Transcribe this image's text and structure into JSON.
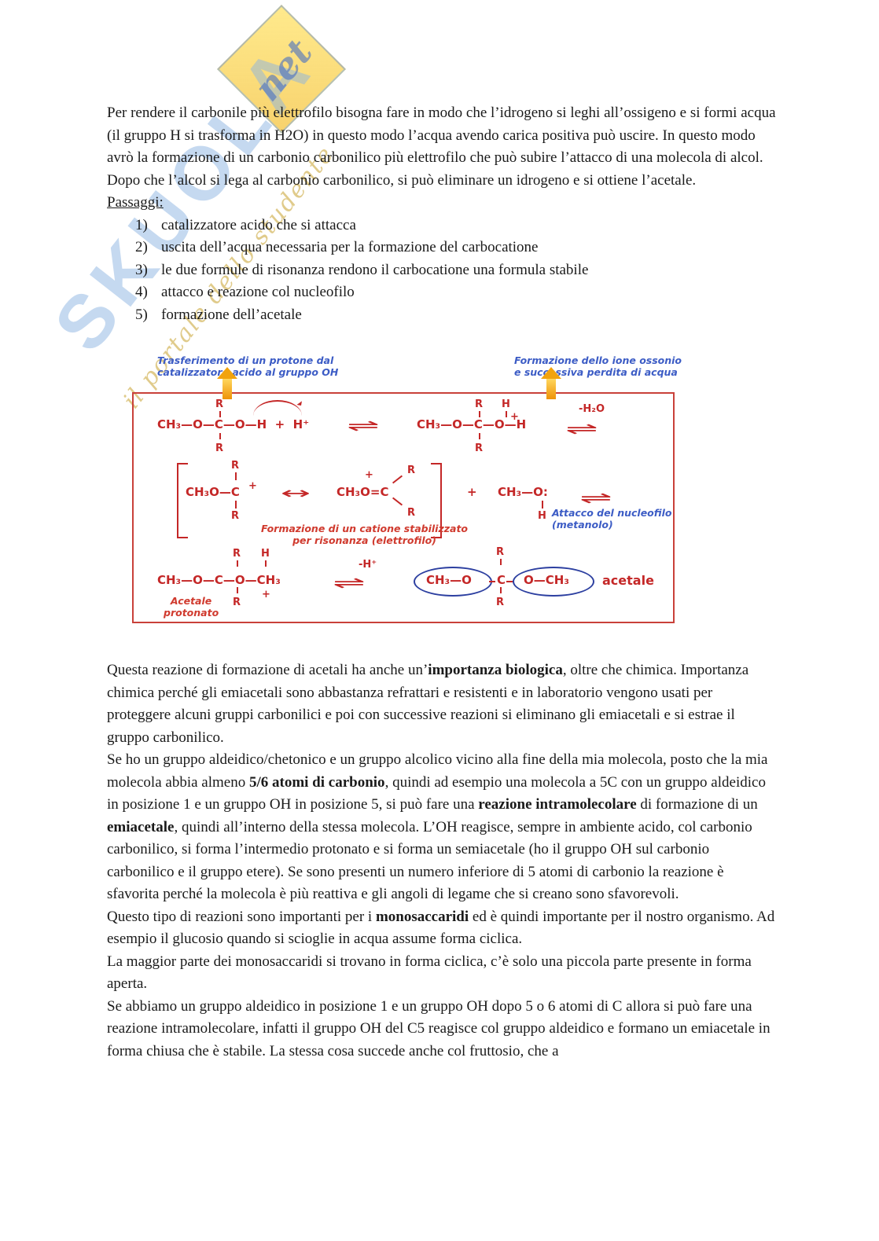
{
  "watermark": {
    "brand": "SKUOLA",
    "net": "net",
    "tagline": "il portale dello studente"
  },
  "content": {
    "intro": "Per rendere il carbonile più elettrofilo bisogna fare in modo che l’idrogeno si leghi all’ossigeno e si formi acqua (il gruppo H si trasforma in H2O) in questo modo l’acqua avendo carica positiva può uscire. In questo modo avrò la formazione di un carbonio carbonilico più elettrofilo che può subire l’attacco di una molecola di alcol.  Dopo che l’alcol si lega al carbonio carbonilico, si può eliminare un idrogeno e si ottiene l’acetale.",
    "passaggi_label": "Passaggi:",
    "steps": [
      {
        "n": "1)",
        "t": "catalizzatore acido che si attacca"
      },
      {
        "n": "2)",
        "t": "uscita dell’acqua necessaria per la formazione del carbocatione"
      },
      {
        "n": "3)",
        "t": "le due formule di risonanza rendono il carbocatione una formula stabile"
      },
      {
        "n": "4)",
        "t": "attacco e reazione col nucleofilo"
      },
      {
        "n": "5)",
        "t": "formazione dell’acetale"
      }
    ]
  },
  "diagram": {
    "annotation_left": "Trasferimento di un protone dal\ncatalizzatore acido al gruppo OH",
    "annotation_right": "Formazione dello ione ossonio\ne successiva perdita di acqua",
    "row1": {
      "r_top_left": "R",
      "formula_left": "CH₃—O—C—O—H  +  H⁺",
      "r_bottom_left": "R",
      "eq1": "⇌",
      "r_top_right": "R",
      "h_top_right": "H",
      "formula_right": "CH₃—O—C—O—H",
      "plus_right": "+",
      "r_bottom_right": "R",
      "minus_h2o": "-H₂O",
      "eq2": "⇌"
    },
    "row2": {
      "r_top_a": "R",
      "formula_a": "CH₃O—C",
      "plus_a": "+",
      "r_bottom_a": "R",
      "resonance_arrow": "↔",
      "formula_b": "CH₃O=C",
      "plus_b": "+",
      "r_top_b": "R",
      "r_bottom_b": "R",
      "plus_between": "+",
      "formula_c": "CH₃—O:",
      "h_c": "H",
      "eq": "⇌",
      "caption": "Formazione di un catione stabilizzato\nper risonanza (elettrofilo)",
      "annotation_nucleophile": "Attacco del nucleofilo\n(metanolo)"
    },
    "row3": {
      "r_top": "R",
      "h_top": "H",
      "formula_left": "CH₃—O—C—O—CH₃",
      "plus_below": "+",
      "r_bottom": "R",
      "label_left": "Acetale\nprotonato",
      "minus_h": "-H⁺",
      "eq": "⇌",
      "r_top_right": "R",
      "group1": "CH₃—O",
      "center_c": "C",
      "group2": "O—CH₃",
      "r_bottom_right": "R",
      "label_acetale": "acetale"
    }
  },
  "body": {
    "p1": [
      {
        "t": "Questa reazione di formazione di acetali ha anche un’"
      },
      {
        "t": "importanza biologica",
        "b": true
      },
      {
        "t": ", oltre che chimica. Importanza chimica perché gli emiacetali sono abbastanza refrattari e resistenti e in laboratorio vengono usati per proteggere alcuni gruppi carbonilici e poi con successive reazioni si eliminano gli emiacetali e si estrae il gruppo carbonilico."
      }
    ],
    "p2": [
      {
        "t": "Se ho un gruppo aldeidico/chetonico e un gruppo alcolico vicino alla fine della mia molecola, posto che la mia molecola abbia almeno "
      },
      {
        "t": "5/6 atomi di carbonio",
        "b": true
      },
      {
        "t": ", quindi ad esempio una molecola a 5C con un gruppo aldeidico in posizione 1 e un gruppo OH in posizione 5, si può fare una "
      },
      {
        "t": "reazione intramolecolare",
        "b": true
      },
      {
        "t": " di formazione di un "
      },
      {
        "t": "emiacetale",
        "b": true
      },
      {
        "t": ", quindi all’interno della stessa molecola. L’OH reagisce, sempre in ambiente acido, col carbonio carbonilico, si forma l’intermedio protonato e si forma un semiacetale (ho il gruppo OH sul carbonio carbonilico e il gruppo etere).  Se sono presenti un numero inferiore di 5 atomi di carbonio la reazione è sfavorita perché la molecola è più reattiva e gli angoli di legame che si creano sono sfavorevoli."
      }
    ],
    "p3": [
      {
        "t": "Questo tipo di reazioni sono importanti per i "
      },
      {
        "t": "monosaccaridi",
        "b": true
      },
      {
        "t": " ed è quindi importante per il nostro organismo. Ad esempio il glucosio quando si scioglie in acqua assume forma ciclica."
      }
    ],
    "p4": [
      {
        "t": "La maggior parte dei monosaccaridi si trovano in forma ciclica, c’è solo una piccola parte presente in forma aperta."
      }
    ],
    "p5": [
      {
        "t": "Se abbiamo un gruppo aldeidico in posizione 1 e un gruppo OH dopo 5 o 6 atomi di C allora si può fare una reazione intramolecolare, infatti il gruppo OH del C5 reagisce col gruppo aldeidico e formano un emiacetale in forma chiusa che è stabile. La stessa cosa succede anche col fruttosio, che a"
      }
    ]
  }
}
